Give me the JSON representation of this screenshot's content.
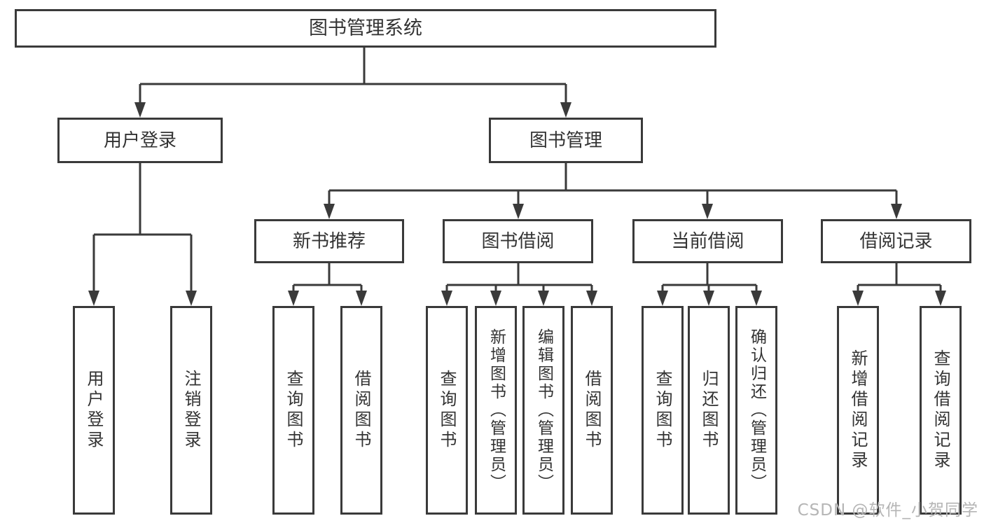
{
  "diagram": {
    "root": {
      "label": "图书管理系统"
    },
    "branches": [
      {
        "label": "用户登录",
        "children": [
          {
            "label": "用户登录"
          },
          {
            "label": "注销登录"
          }
        ]
      },
      {
        "label": "图书管理",
        "children": [
          {
            "label": "新书推荐",
            "children": [
              {
                "label": "查询图书"
              },
              {
                "label": "借阅图书"
              }
            ]
          },
          {
            "label": "图书借阅",
            "children": [
              {
                "label": "查询图书"
              },
              {
                "label": "新增图书（管理员）"
              },
              {
                "label": "编辑图书（管理员）"
              },
              {
                "label": "借阅图书"
              }
            ]
          },
          {
            "label": "当前借阅",
            "children": [
              {
                "label": "查询图书"
              },
              {
                "label": "归还图书"
              },
              {
                "label": "确认归还（管理员）"
              }
            ]
          },
          {
            "label": "借阅记录",
            "children": [
              {
                "label": "新增借阅记录"
              },
              {
                "label": "查询借阅记录"
              }
            ]
          }
        ]
      }
    ]
  },
  "watermark": {
    "text": "CSDN @软件_小贺同学"
  },
  "colors": {
    "line": "#3a3a3a",
    "text": "#333333",
    "watermark": "#b5b5b5",
    "background": "#ffffff"
  }
}
